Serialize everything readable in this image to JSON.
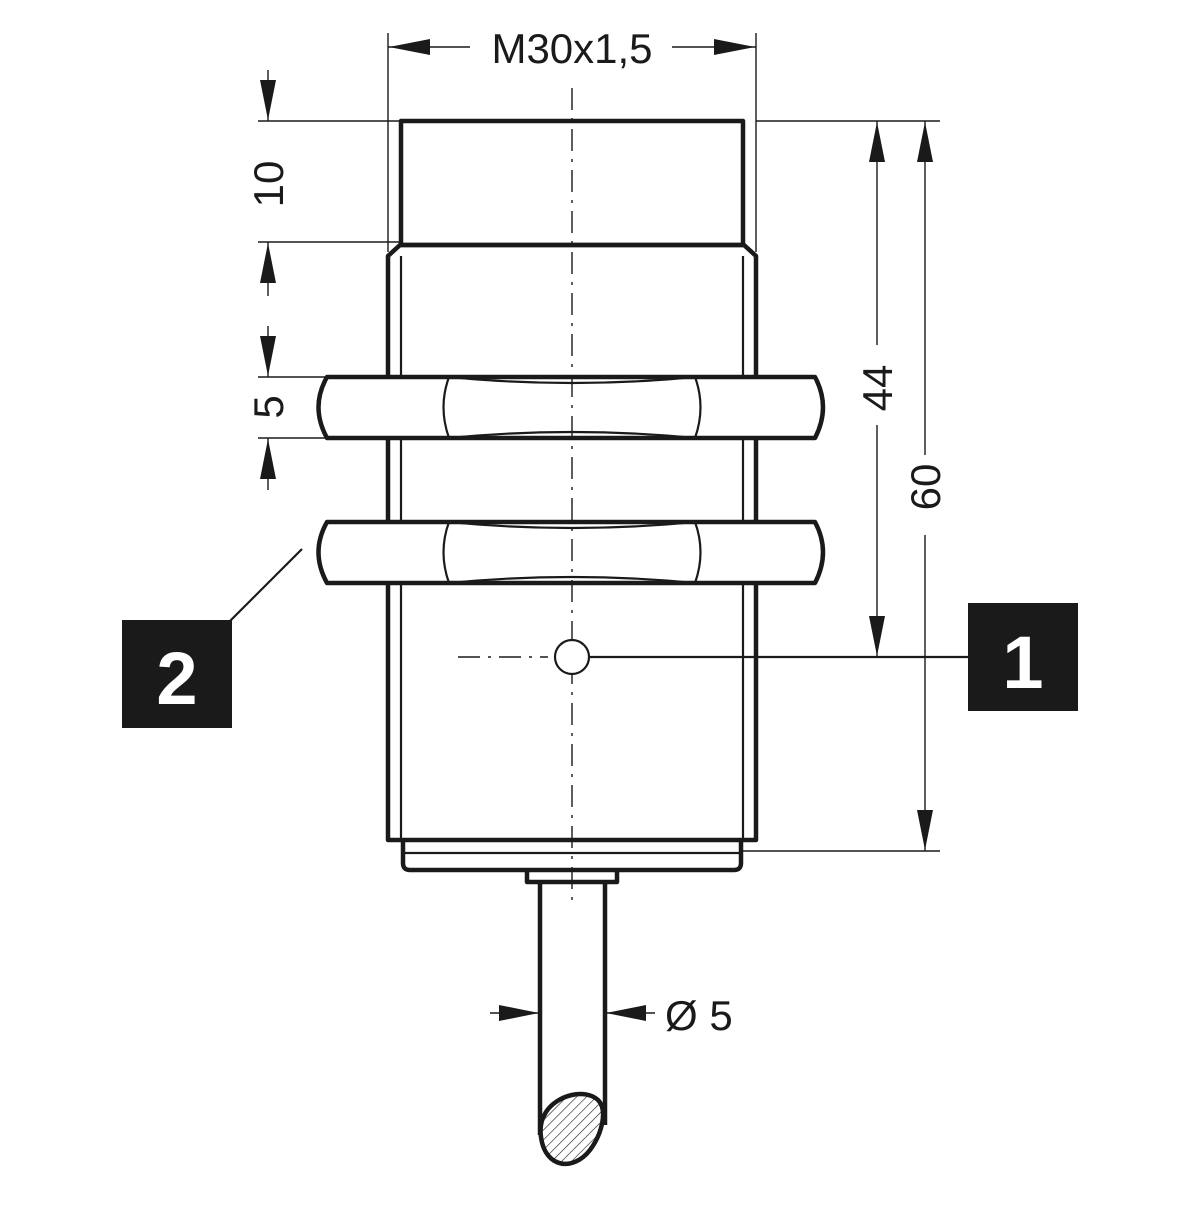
{
  "dimensions": {
    "thread": "M30x1,5",
    "front_length": "10",
    "nut_thickness": "5",
    "thread_length": "44",
    "total_length": "60",
    "cable_diameter": "Ø 5"
  },
  "callouts": {
    "one": "1",
    "two": "2"
  },
  "colors": {
    "line": "#1a1a1a",
    "background": "#ffffff",
    "callout_fill": "#1a1a1a",
    "callout_text": "#ffffff"
  }
}
